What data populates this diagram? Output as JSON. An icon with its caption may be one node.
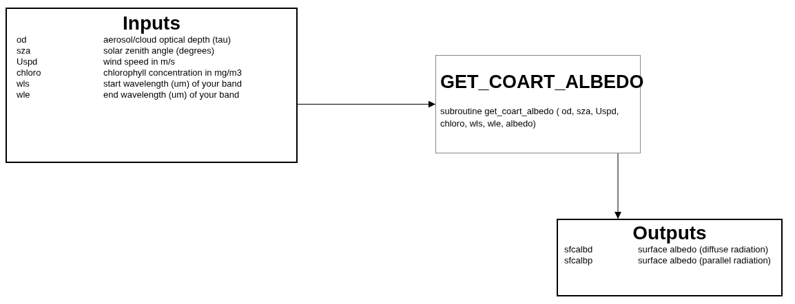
{
  "diagram": {
    "nodes": [
      {
        "text": [
          "Inputs",
          "od",
          "aerosol/cloud optical depth (tau)",
          "sza",
          "solar zenith angle (degrees)",
          "Uspd",
          "wind speed in m/s",
          "chloro",
          "chlorophyll concentration in mg/m3",
          "wls",
          "start wavelength (um) of your band",
          "wle",
          "end wavelength (um) of your band"
        ]
      },
      {
        "text": [
          "GET_COART_ALBEDO",
          "subroutine get_coart_albedo ( od, sza, Uspd, chloro, wls, wle, albedo)"
        ]
      },
      {
        "text": [
          "Outputs",
          "sfcalbd",
          "surface albedo (diffuse radiation)",
          "sfcalbp",
          "surface albedo (parallel radiation)"
        ]
      }
    ],
    "edges": [
      {
        "from": 0,
        "to": 1,
        "arrow": "to"
      },
      {
        "from": 1,
        "to": 2,
        "arrow": "to"
      }
    ]
  }
}
